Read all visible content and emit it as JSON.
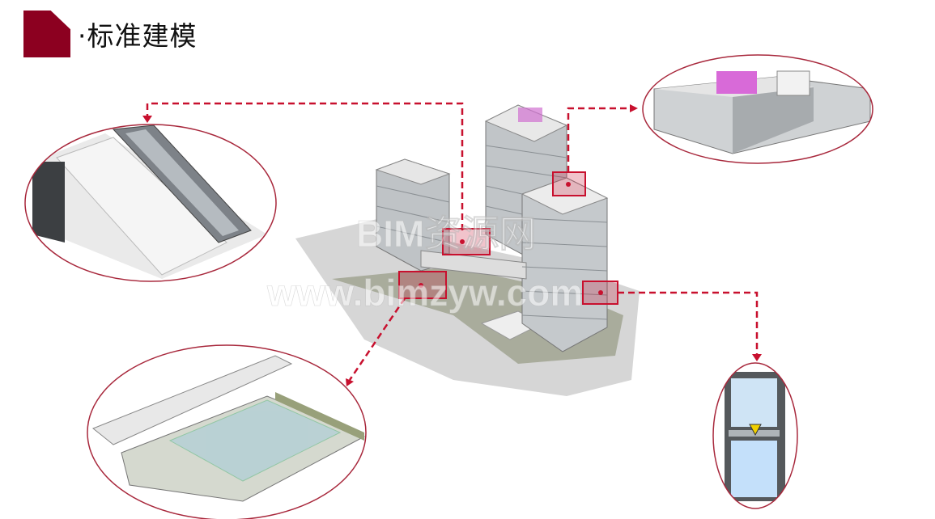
{
  "title": "·标准建模",
  "watermark": {
    "line1": "BIM资源网",
    "line2": "www.bimzyw.com"
  },
  "colors": {
    "accent": "#8c0020",
    "callout": "#c8102e",
    "ellipse": "#a8283c"
  },
  "callouts": [
    {
      "name": "escalator-detail"
    },
    {
      "name": "rooftop-equipment-detail"
    },
    {
      "name": "podium-canopy-detail"
    },
    {
      "name": "window-detail"
    }
  ]
}
